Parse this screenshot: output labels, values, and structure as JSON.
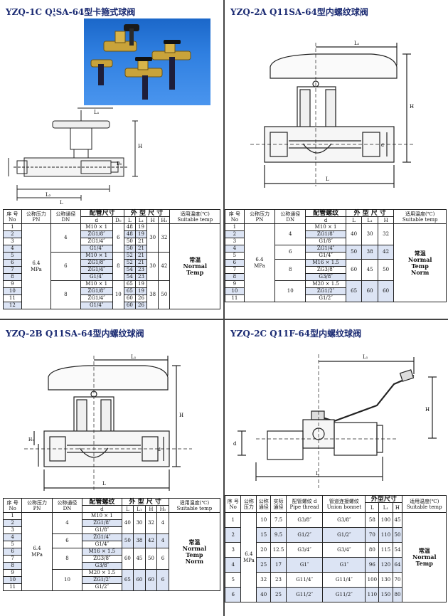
{
  "q1": {
    "title_pre": "YZQ-1C Q",
    "title_frac_top": "1",
    "title_frac_bot": "s",
    "title_post": "SA-64型卡箍式球阀",
    "dim_labels": [
      "L₁",
      "H₁",
      "H",
      "D₀",
      "L₂",
      "L"
    ],
    "header": {
      "no_cn": "序 号",
      "no_en": "No",
      "pn_cn": "公称压力",
      "pn_en": "PN",
      "dn_cn": "公称通径",
      "dn_en": "DN",
      "pipe_cn": "配管尺寸",
      "d": "d",
      "d0": "D₀",
      "outer_cn": "外 型 尺 寸",
      "l": "L",
      "l1": "L₁",
      "h": "H",
      "h2": "H₂",
      "temp_cn": "适用温度(℃)",
      "temp_en": "Suitable temp"
    },
    "pn_value": "6.4",
    "pn_unit": "MPa",
    "temp_cn": "常温",
    "temp_en1": "Normal",
    "temp_en2": "Temp",
    "rows": [
      {
        "no": "1",
        "d": "M10 × 1",
        "l": "48",
        "l1": "19"
      },
      {
        "no": "2",
        "d": "ZG1/8″",
        "l": "48",
        "l1": "19"
      },
      {
        "no": "3",
        "d": "ZG1/4″",
        "l": "50",
        "l1": "21"
      },
      {
        "no": "4",
        "d": "G1/4″",
        "l": "50",
        "l1": "21"
      },
      {
        "no": "5",
        "d": "M10 × 1",
        "l": "52",
        "l1": "21"
      },
      {
        "no": "6",
        "d": "ZG1/8″",
        "l": "52",
        "l1": "21"
      },
      {
        "no": "7",
        "d": "ZG1/4″",
        "l": "54",
        "l1": "23"
      },
      {
        "no": "8",
        "d": "G1/4″",
        "l": "54",
        "l1": "23"
      },
      {
        "no": "9",
        "d": "M10 × 1",
        "l": "65",
        "l1": "19"
      },
      {
        "no": "10",
        "d": "ZG1/8″",
        "l": "65",
        "l1": "19"
      },
      {
        "no": "11",
        "d": "ZG1/4″",
        "l": "60",
        "l1": "26"
      },
      {
        "no": "12",
        "d": "G1/4″",
        "l": "60",
        "l1": "26"
      }
    ],
    "groups": [
      {
        "dn": "4",
        "d0": "6",
        "h": "30",
        "h2": "32"
      },
      {
        "dn": "6",
        "d0": "8",
        "h": "30",
        "h2": "42"
      },
      {
        "dn": "8",
        "d0": "10",
        "h": "38",
        "h2": "50"
      }
    ]
  },
  "q2": {
    "title": "YZQ-2A Q11SA-64型内螺纹球阀",
    "dim_labels": [
      "L₁",
      "H",
      "d",
      "L"
    ],
    "header": {
      "no_cn": "序 号",
      "no_en": "No",
      "pn_cn": "公称压力",
      "pn_en": "PN",
      "dn_cn": "公称通径",
      "dn_en": "DN",
      "thread_cn": "配管螺纹",
      "d": "d",
      "outer_cn": "外 型 尺 寸",
      "l": "L",
      "l1": "L₁",
      "h": "H",
      "temp_cn": "适用温度(℃)",
      "temp_en": "Suitable temp"
    },
    "pn_value": "6.4",
    "pn_unit": "MPa",
    "temp_cn": "常温",
    "temp_en1": "Normal",
    "temp_en2": "Temp",
    "temp_en3": "Norm",
    "rows": [
      {
        "no": "1",
        "d": "M10 × 1"
      },
      {
        "no": "2",
        "d": "ZG1/8″"
      },
      {
        "no": "3",
        "d": "G1/8″"
      },
      {
        "no": "4",
        "d": "ZG1/4″"
      },
      {
        "no": "5",
        "d": "G1/4″"
      },
      {
        "no": "6",
        "d": "M16 × 1.5"
      },
      {
        "no": "7",
        "d": "ZG3/8″"
      },
      {
        "no": "8",
        "d": "G3/8″"
      },
      {
        "no": "9",
        "d": "M20 × 1.5"
      },
      {
        "no": "10",
        "d": "ZG1/2″"
      },
      {
        "no": "11",
        "d": "G1/2″"
      }
    ],
    "groups": [
      {
        "dn": "4",
        "l": "40",
        "l1": "30",
        "h": "32"
      },
      {
        "dn": "6",
        "l": "50",
        "l1": "38",
        "h": "42"
      },
      {
        "dn": "8",
        "l": "60",
        "l1": "45",
        "h": "50"
      },
      {
        "dn": "10",
        "l": "65",
        "l1": "60",
        "h": "60"
      }
    ]
  },
  "q3": {
    "title": "YZQ-2B Q11SA-64型内螺纹球阀",
    "dim_labels": [
      "L₁",
      "H₁",
      "H",
      "d",
      "L"
    ],
    "header": {
      "no_cn": "序 号",
      "no_en": "No",
      "pn_cn": "公称压力",
      "pn_en": "PN",
      "dn_cn": "公称通径",
      "dn_en": "DN",
      "thread_cn": "配管螺纹",
      "d": "d",
      "outer_cn": "外 型 尺 寸",
      "l": "L",
      "l1": "L₁",
      "h": "H",
      "h1": "H₁",
      "temp_cn": "适用温度(℃)",
      "temp_en": "Suitable temp"
    },
    "pn_value": "6.4",
    "pn_unit": "MPa",
    "temp_cn": "常温",
    "temp_en1": "Normal",
    "temp_en2": "Temp",
    "temp_en3": "Norm",
    "rows": [
      {
        "no": "1",
        "d": "M10 × 1"
      },
      {
        "no": "2",
        "d": "ZG1/8″"
      },
      {
        "no": "3",
        "d": "G1/8″"
      },
      {
        "no": "4",
        "d": "ZG1/4″"
      },
      {
        "no": "5",
        "d": "G1/4″"
      },
      {
        "no": "6",
        "d": "M16 × 1.5"
      },
      {
        "no": "7",
        "d": "ZG3/8″"
      },
      {
        "no": "8",
        "d": "G3/8″"
      },
      {
        "no": "9",
        "d": "M20 × 1.5"
      },
      {
        "no": "10",
        "d": "ZG1/2″"
      },
      {
        "no": "11",
        "d": "G1/2″"
      }
    ],
    "groups": [
      {
        "dn": "4",
        "l": "40",
        "l1": "30",
        "h": "32",
        "h1": "4"
      },
      {
        "dn": "6",
        "l": "50",
        "l1": "38",
        "h": "42",
        "h1": "4"
      },
      {
        "dn": "8",
        "l": "60",
        "l1": "45",
        "h": "50",
        "h1": "6"
      },
      {
        "dn": "10",
        "l": "65",
        "l1": "60",
        "h": "60",
        "h1": "6"
      }
    ]
  },
  "q4": {
    "title": "YZQ-2C Q11F-64型内螺纹球阀",
    "dim_labels": [
      "L₁",
      "H",
      "d",
      "L"
    ],
    "header": {
      "no_cn": "序 号",
      "no_en": "No",
      "pn_cn1": "公称",
      "pn_cn2": "压力",
      "dn_cn1": "公称",
      "dn_cn2": "通径",
      "bore_cn1": "实际",
      "bore_cn2": "通径",
      "thread_cn": "配管螺纹 d",
      "thread_en": "Pipe thread",
      "union_cn": "管道连接螺纹",
      "union_en": "Union bonnet",
      "outer_cn": "外型尺寸",
      "l": "L",
      "l1": "L₁",
      "h": "H",
      "temp_cn": "适用温度(℃)",
      "temp_en": "Suitable temp"
    },
    "pn_value": "6.4",
    "pn_unit": "MPa",
    "temp_cn": "常温",
    "temp_en1": "Normal",
    "temp_en2": "Temp",
    "rows": [
      {
        "no": "1",
        "dn": "10",
        "bore": "7.5",
        "thread": "G3/8″",
        "union": "G3/8″",
        "l": "58",
        "l1": "100",
        "h": "45"
      },
      {
        "no": "2",
        "dn": "15",
        "bore": "9.5",
        "thread": "G1/2″",
        "union": "G1/2″",
        "l": "70",
        "l1": "110",
        "h": "50"
      },
      {
        "no": "3",
        "dn": "20",
        "bore": "12.5",
        "thread": "G3/4″",
        "union": "G3/4″",
        "l": "80",
        "l1": "115",
        "h": "54"
      },
      {
        "no": "4",
        "dn": "25",
        "bore": "17",
        "thread": "G1″",
        "union": "G1″",
        "l": "96",
        "l1": "120",
        "h": "64"
      },
      {
        "no": "5",
        "dn": "32",
        "bore": "23",
        "thread": "G11/4″",
        "union": "G11/4″",
        "l": "100",
        "l1": "130",
        "h": "70"
      },
      {
        "no": "6",
        "dn": "40",
        "bore": "25",
        "thread": "G11/2″",
        "union": "G11/2″",
        "l": "110",
        "l1": "150",
        "h": "80"
      }
    ]
  }
}
